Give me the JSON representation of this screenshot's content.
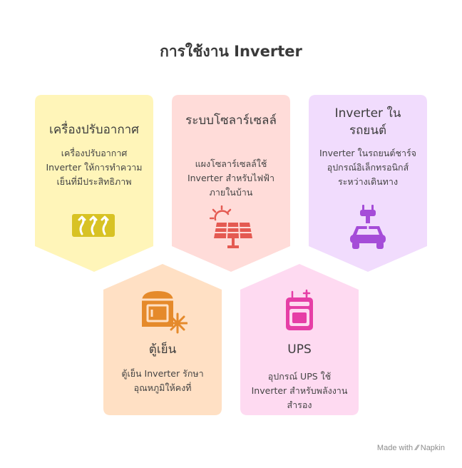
{
  "title": "การใช้งาน Inverter",
  "cards": [
    {
      "heading": "เครื่องปรับอากาศ",
      "description": "เครื่องปรับอากาศ Inverter ให้การทำความเย็นที่มีประสิทธิภาพ",
      "icon": "air-conditioner-icon",
      "color": "#fff5b9",
      "icon_color": "#d8c224"
    },
    {
      "heading": "ระบบโซลาร์เซลล์",
      "description": "แผงโซลาร์เซลล์ใช้ Inverter สำหรับไฟฟ้าภายในบ้าน",
      "icon": "solar-panel-icon",
      "color": "#ffdcd9",
      "icon_color": "#e45a52"
    },
    {
      "heading": "Inverter ในรถยนต์",
      "description": "Inverter ในรถยนต์ชาร์จอุปกรณ์อิเล็กทรอนิกส์ระหว่างเดินทาง",
      "icon": "car-charger-icon",
      "color": "#f1dcfd",
      "icon_color": "#a54cd8"
    },
    {
      "heading": "ตู้เย็น",
      "description": "ตู้เย็น Inverter รักษาอุณหภูมิให้คงที่",
      "icon": "refrigerator-icon",
      "color": "#ffe0c4",
      "icon_color": "#e58a2b"
    },
    {
      "heading": "UPS",
      "description": "อุปกรณ์ UPS ใช้ Inverter สำหรับพลังงานสำรอง",
      "icon": "ups-battery-icon",
      "color": "#fedaf1",
      "icon_color": "#e63ea6"
    }
  ],
  "footer": {
    "made_with": "Made with",
    "brand": "Napkin"
  }
}
